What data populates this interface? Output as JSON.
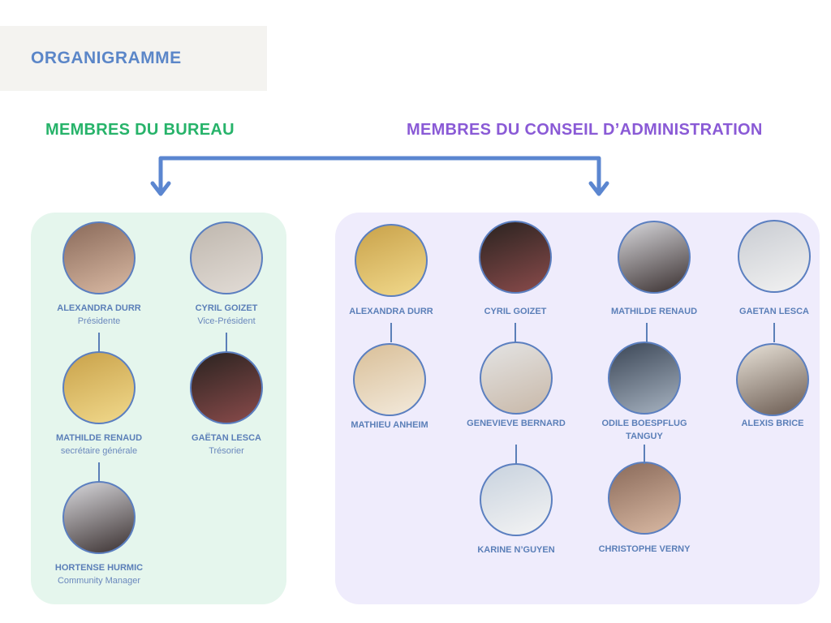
{
  "title": "ORGANIGRAMME",
  "bureau": {
    "heading": "MEMBRES DU BUREAU",
    "members": [
      {
        "name": "ALEXANDRA DURR",
        "role": "Présidente"
      },
      {
        "name": "CYRIL GOIZET",
        "role": "Vice-Président"
      },
      {
        "name": "MATHILDE RENAUD",
        "role": "secrétaire générale"
      },
      {
        "name": "GAËTAN LESCA",
        "role": "Trésorier"
      },
      {
        "name": "HORTENSE HURMIC",
        "role": "Community Manager"
      }
    ]
  },
  "conseil": {
    "heading": "MEMBRES DU CONSEIL D’ADMINISTRATION",
    "members": [
      {
        "name": "ALEXANDRA DURR"
      },
      {
        "name": "CYRIL GOIZET"
      },
      {
        "name": "MATHILDE RENAUD"
      },
      {
        "name": "GAETAN LESCA"
      },
      {
        "name": "MATHIEU ANHEIM"
      },
      {
        "name": "GENEVIEVE BERNARD"
      },
      {
        "name": "ODILE BOESPFLUG TANGUY"
      },
      {
        "name": "ALEXIS BRICE"
      },
      {
        "name": "KARINE N’GUYEN"
      },
      {
        "name": "CHRISTOPHE VERNY"
      }
    ]
  },
  "colors": {
    "accent": "#5b86d0",
    "green": "#27b36a",
    "purple": "#8a5ad6"
  }
}
